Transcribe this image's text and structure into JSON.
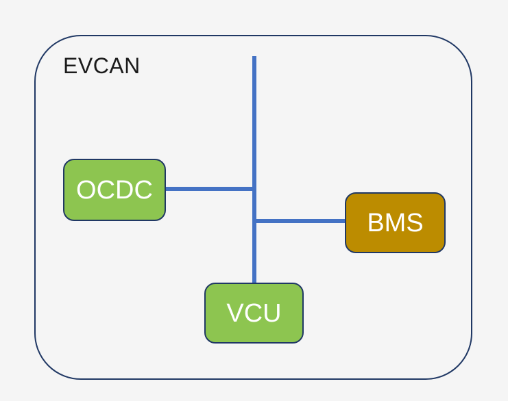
{
  "diagram": {
    "title": "EVCAN",
    "colors": {
      "background": "#f5f5f5",
      "boundary_border": "#203864",
      "bus_line": "#4472c4",
      "node_border": "#203864",
      "node_text": "#ffffff",
      "node_green_fill": "#8dc550",
      "node_gold_fill": "#bc8c00",
      "title_text": "#1b1b1b"
    },
    "nodes": [
      {
        "id": "ocdc",
        "label": "OCDC",
        "fill": "#8dc550"
      },
      {
        "id": "bms",
        "label": "BMS",
        "fill": "#bc8c00"
      },
      {
        "id": "vcu",
        "label": "VCU",
        "fill": "#8dc550"
      }
    ]
  }
}
